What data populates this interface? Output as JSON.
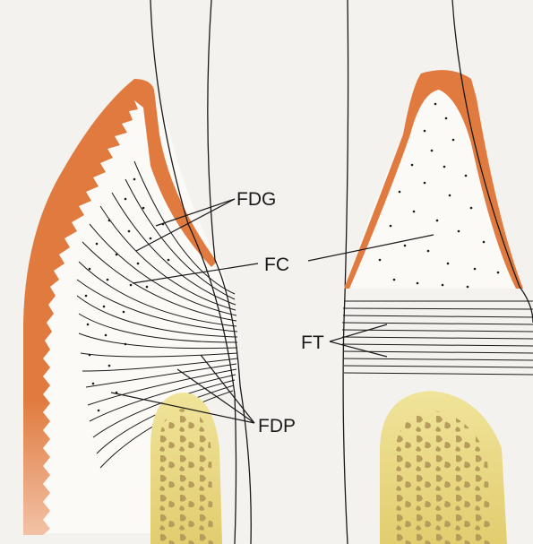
{
  "labels": {
    "fdg": "FDG",
    "fc": "FC",
    "ft": "FT",
    "fdp": "FDP"
  },
  "colors": {
    "paper": "#f4f2ee",
    "gingiva_epithelium": "#e07a3e",
    "bone_fill": "#e6d479",
    "bone_pattern": "#b39a5a",
    "lines": "#1a1a1a"
  }
}
